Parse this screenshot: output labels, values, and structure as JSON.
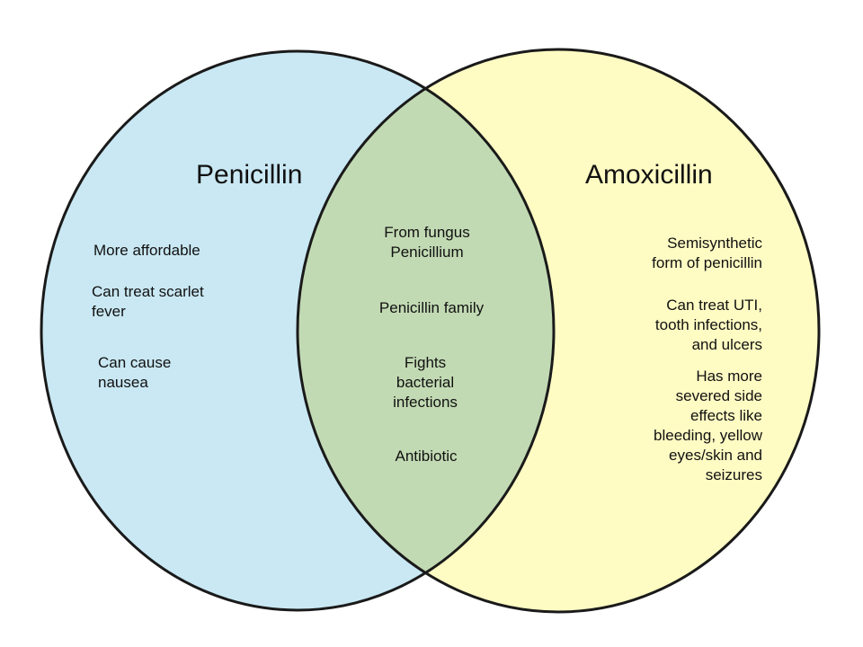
{
  "colors": {
    "left": "#c9e8f3",
    "right": "#fefbc3",
    "overlap": "#c2dab3",
    "stroke": "#1a1a1a"
  },
  "left": {
    "title": "Penicillin",
    "items": [
      "More affordable",
      "Can treat scarlet\nfever",
      "Can cause\nnausea"
    ]
  },
  "right": {
    "title": "Amoxicillin",
    "items": [
      "Semisynthetic\nform of penicillin",
      "Can treat UTI,\ntooth infections,\nand ulcers",
      "Has more\nsevered side\neffects like\nbleeding, yellow\neyes/skin and\nseizures"
    ]
  },
  "overlap": {
    "items": [
      "From fungus\nPenicillium",
      "Penicillin family",
      "Fights\nbacterial\ninfections",
      "Antibiotic"
    ]
  }
}
